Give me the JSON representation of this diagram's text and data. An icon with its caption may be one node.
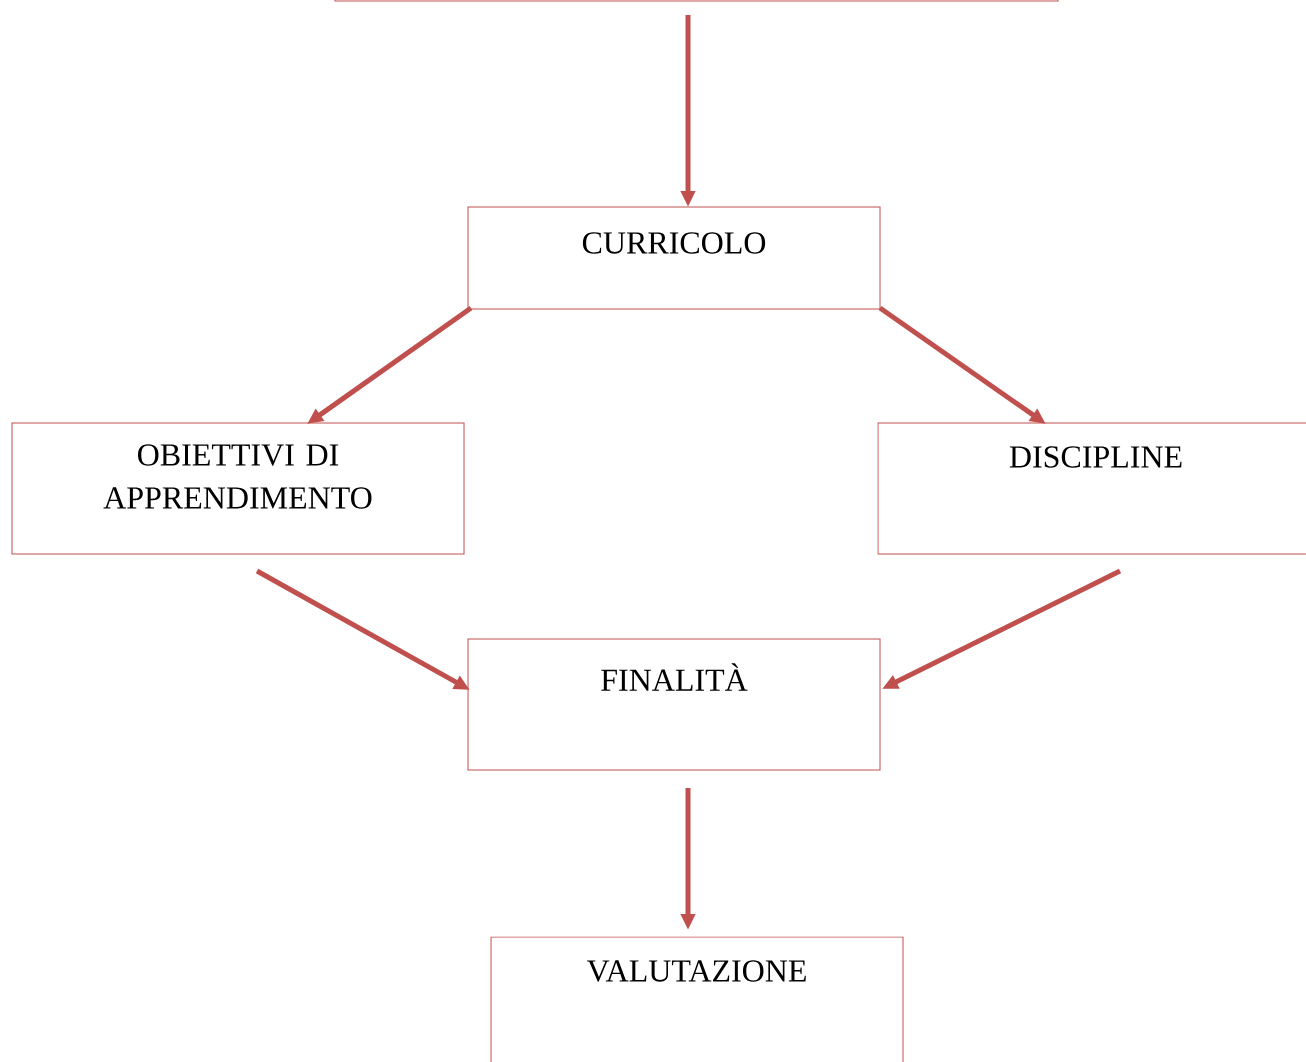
{
  "diagram": {
    "nodes": [
      {
        "text": [],
        "shape": "box"
      },
      {
        "text": [
          "CURRICOLO"
        ]
      },
      {
        "text": [
          "OBIETTIVI DI APPRENDIMENTO"
        ]
      },
      {
        "text": [
          "DISCIPLINE"
        ]
      },
      {
        "text": [
          "FINALITÀ"
        ]
      },
      {
        "text": [
          "VALUTAZIONE"
        ]
      }
    ],
    "edges": [
      {
        "from": 0,
        "to": 1,
        "arrow": "to"
      },
      {
        "from": 1,
        "to": 2,
        "arrow": "to"
      },
      {
        "from": 1,
        "to": 3,
        "arrow": "to"
      },
      {
        "from": 2,
        "to": 4,
        "arrow": "to"
      },
      {
        "from": 3,
        "to": 4,
        "arrow": "to"
      },
      {
        "from": 4,
        "to": 5,
        "arrow": "to"
      }
    ]
  }
}
